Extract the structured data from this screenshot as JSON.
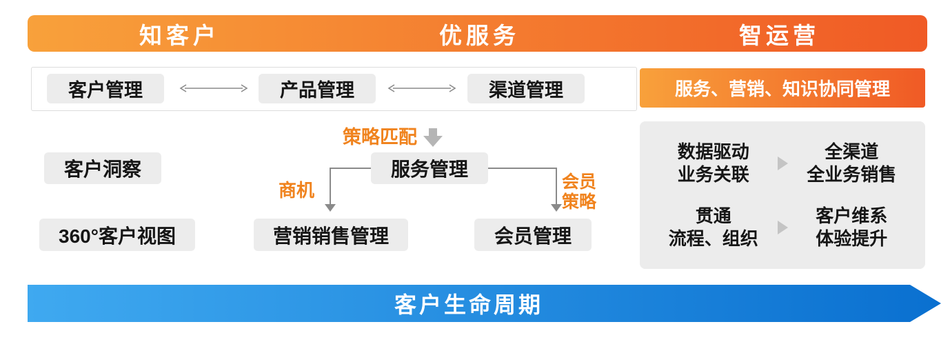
{
  "top_banner": {
    "sections": [
      {
        "label": "知客户"
      },
      {
        "label": "优服务"
      },
      {
        "label": "智运营"
      }
    ]
  },
  "management_row": {
    "items": [
      {
        "label": "客户管理"
      },
      {
        "label": "产品管理"
      },
      {
        "label": "渠道管理"
      }
    ],
    "collab_label": "服务、营销、知识协同管理"
  },
  "flow": {
    "strategy_label": "策略匹配",
    "customer_insight_label": "客户洞察",
    "service_label": "服务管理",
    "opportunity_label": "商机",
    "member_strategy_label": "会员\n策略",
    "customer_view_label": "360°客户视图",
    "marketing_label": "营销销售管理",
    "member_label": "会员管理"
  },
  "operations_panel": {
    "rows": [
      {
        "from": "数据驱动\n业务关联",
        "to": "全渠道\n全业务销售"
      },
      {
        "from": "贯通\n流程、组织",
        "to": "客户维系\n体验提升"
      }
    ]
  },
  "bottom_banner": {
    "label": "客户生命周期"
  },
  "colors": {
    "orange_start": "#f8a13b",
    "orange_end": "#f05a25",
    "blue_start": "#3fa9f0",
    "blue_end": "#0a70d0",
    "pill_bg": "#ececec",
    "accent_orange": "#f0831e",
    "connector_gray": "#8a8a8a"
  }
}
